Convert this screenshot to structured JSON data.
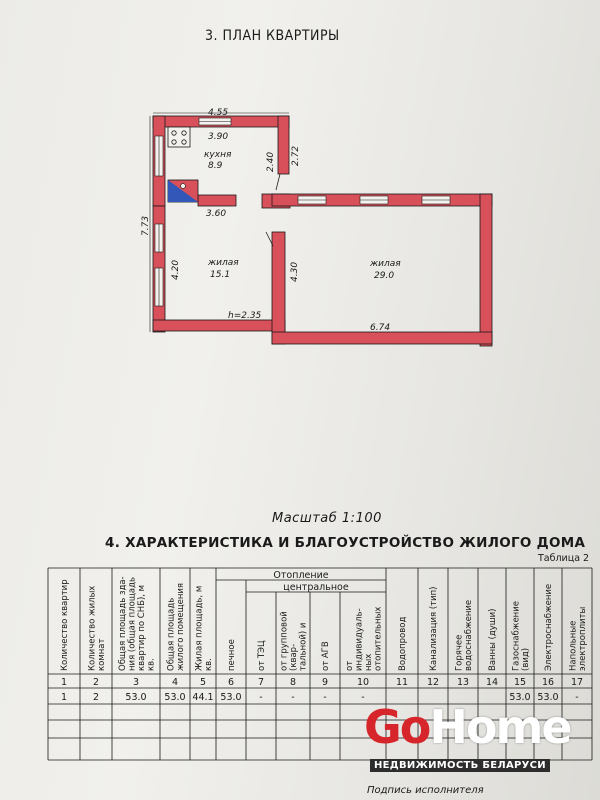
{
  "section3_title": "3. ПЛАН КВАРТИРЫ",
  "plan": {
    "kitchen": {
      "name": "кухня",
      "area": "8.9"
    },
    "room1": {
      "name": "жилая",
      "area": "15.1"
    },
    "room2": {
      "name": "жилая",
      "area": "29.0"
    },
    "dims": {
      "top_outer": "4.55",
      "top_inner": "3.90",
      "kitchen_right_a": "2.40",
      "kitchen_right_b": "2.72",
      "kitchen_bottom": "3.60",
      "left_outer": "7.73",
      "room1_left": "4.20",
      "room1_right": "4.30",
      "height": "h=2.35",
      "room2_bottom": "6.74"
    }
  },
  "scale_label": "Масштаб 1:100",
  "section4_title": "4. ХАРАКТЕРИСТИКА И БЛАГОУСТРОЙСТВО ЖИЛОГО ДОМА",
  "table_caption": "Таблица 2",
  "table": {
    "group_heating": "Отопление",
    "group_central": "центральное",
    "headers": [
      "Количество квартир",
      "Количество жилых комнат",
      "Общая площадь зда- ния (общая площадь квартир по СНБ), м кв.",
      "Общая площадь жилого помещения (квартиры), м кв",
      "Жилая площадь, м кв.",
      "печное",
      "от ТЭЦ",
      "от групповой (квар- тальной) и район- ной котельной",
      "от АГВ",
      "от индивидуаль- ных отопительных устройств (котлов)",
      "Водопровод",
      "Канализация (тип)",
      "Горячее водоснабжение",
      "Ванны (души)",
      "Газоснабжение (вид)",
      "Электроснабжение",
      "Напольные электроплиты"
    ],
    "col_numbers": [
      "1",
      "2",
      "3",
      "4",
      "5",
      "6",
      "7",
      "8",
      "9",
      "10",
      "11",
      "12",
      "13",
      "14",
      "15",
      "16",
      "17"
    ],
    "row1": [
      "1",
      "2",
      "53.0",
      "53.0",
      "44.1",
      "53.0",
      "-",
      "-",
      "-",
      "-",
      "",
      "",
      "",
      "",
      "53.0",
      "53.0",
      "-"
    ]
  },
  "logo": {
    "go": "Go",
    "home": "Home",
    "sub": "НЕДВИЖИМОСТЬ БЕЛАРУСИ"
  },
  "signature_label": "Подпись исполнителя"
}
